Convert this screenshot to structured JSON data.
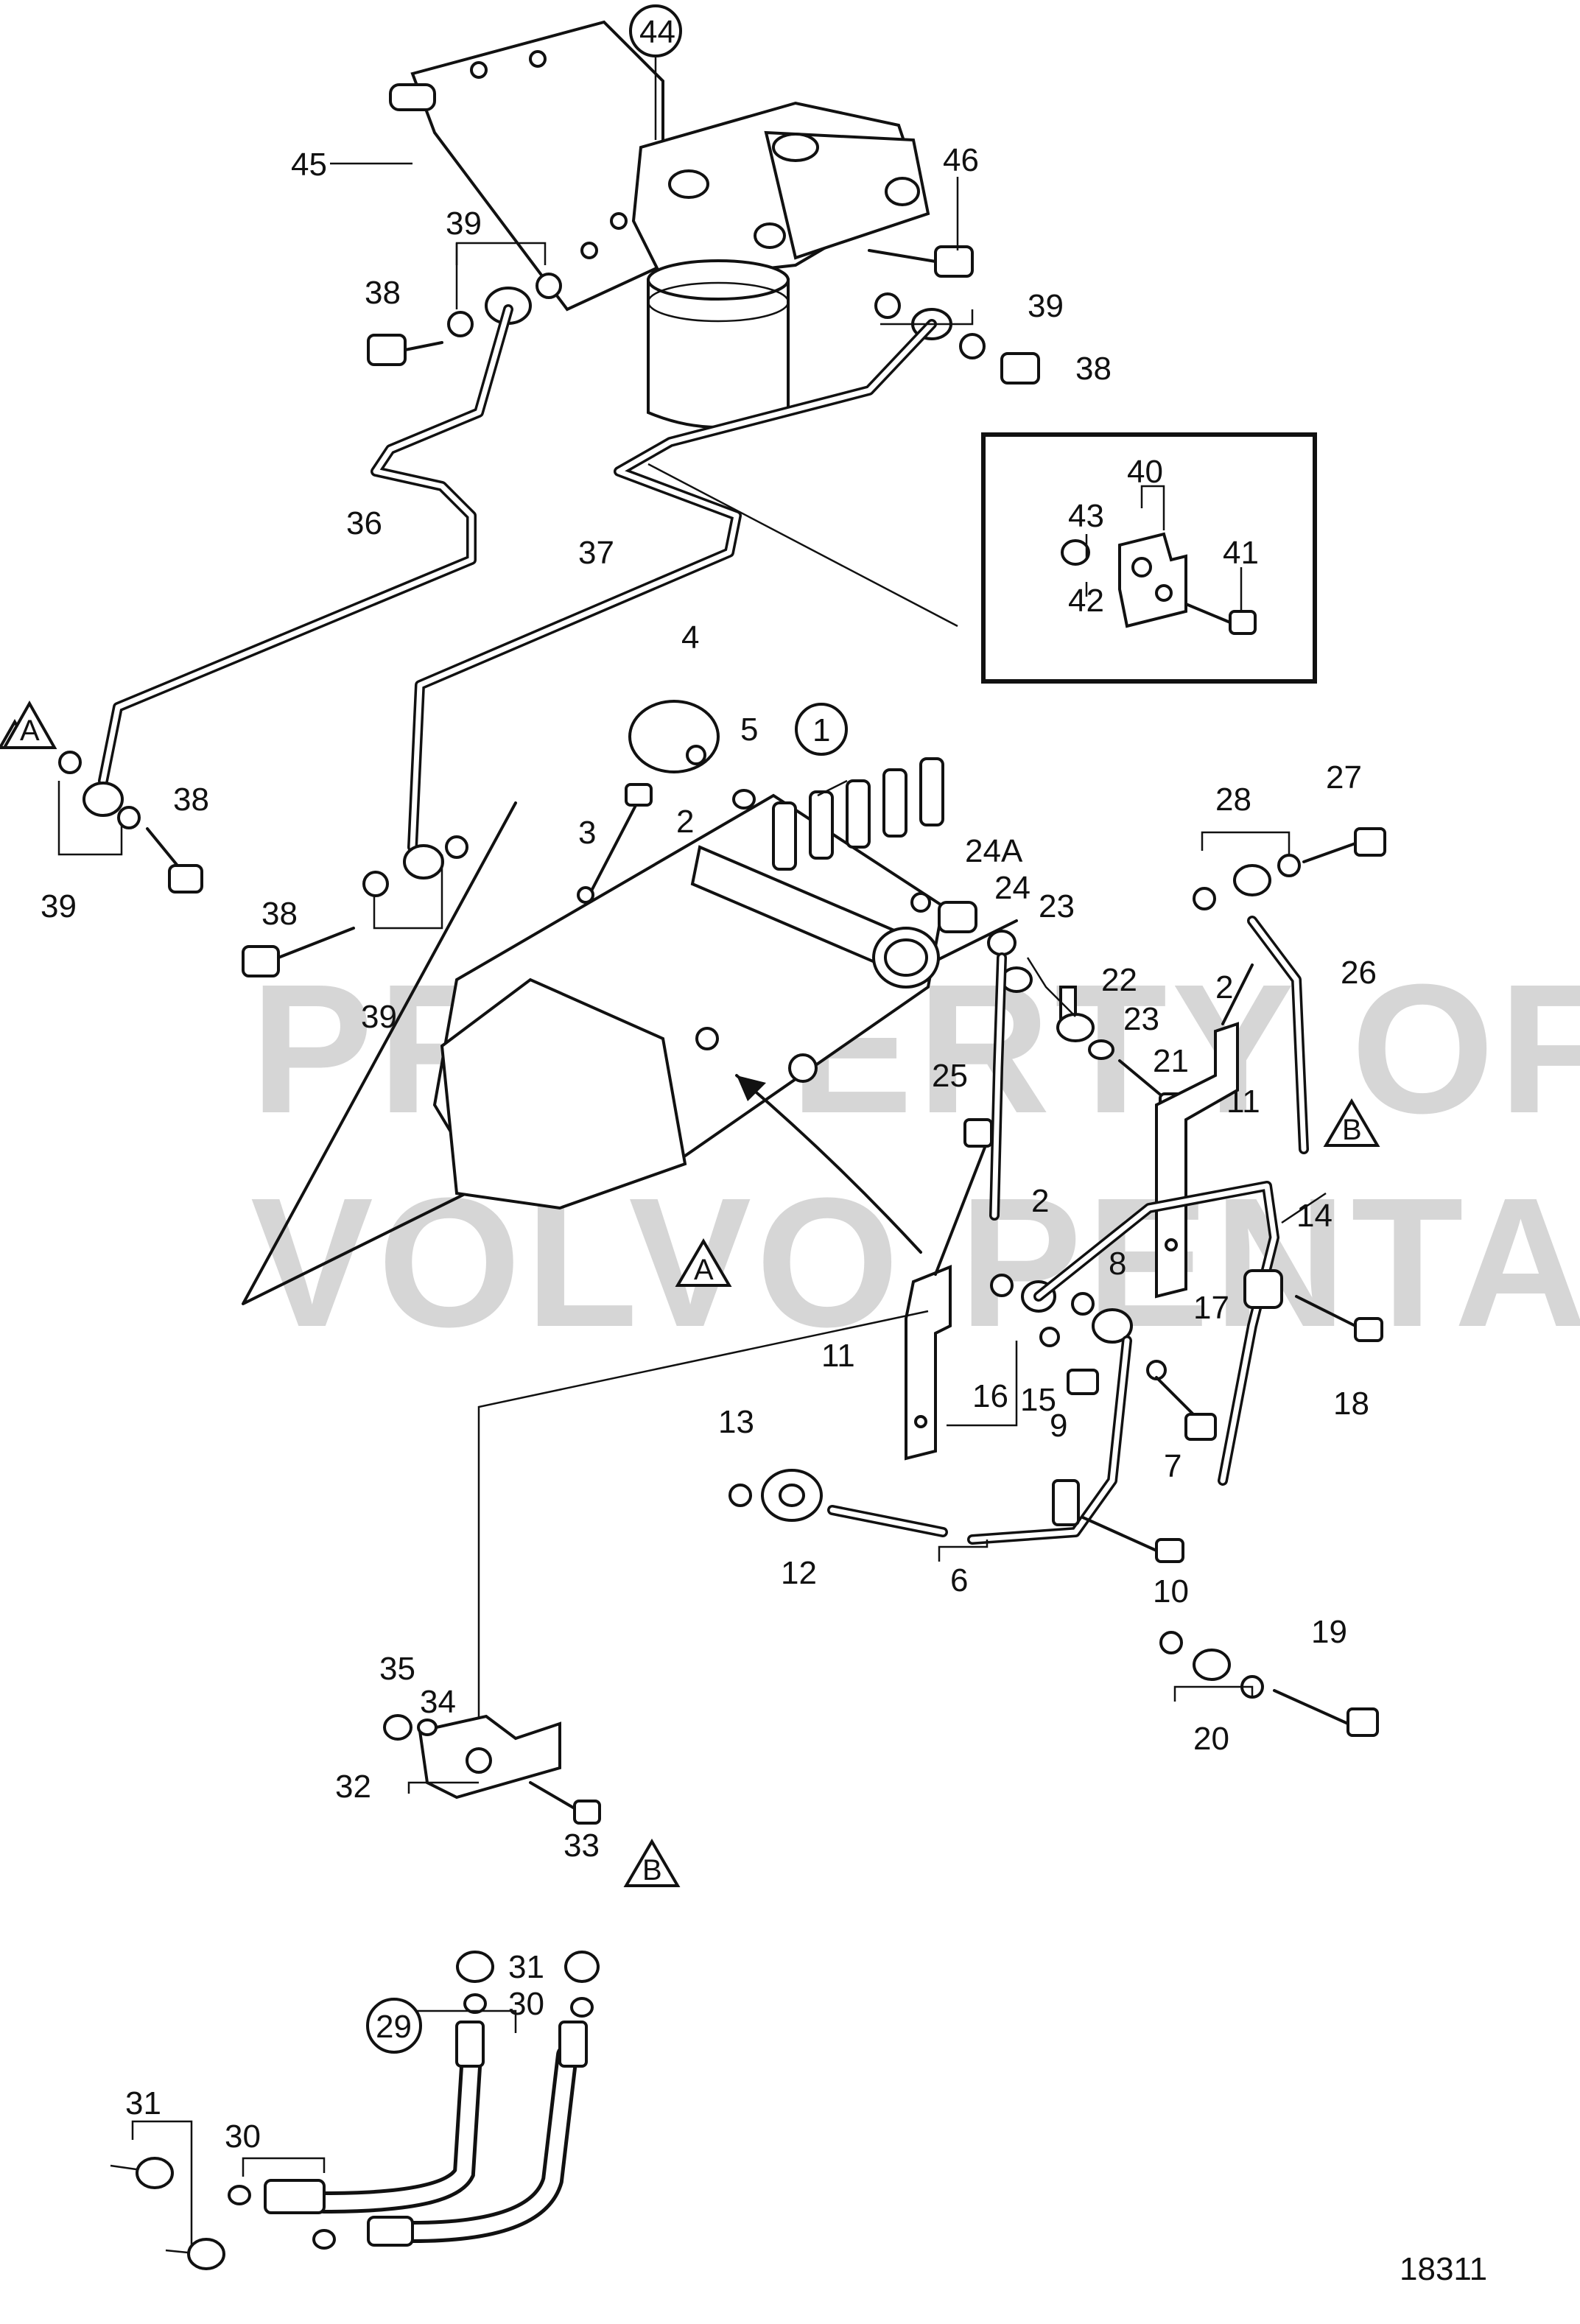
{
  "diagram": {
    "figure_number": "18311",
    "watermark": [
      "PROPERTY OF",
      "VOLVO PENTA"
    ],
    "reference_markers": [
      "A",
      "A",
      "B",
      "B"
    ],
    "callouts": {
      "c1": "1",
      "c2a": "2",
      "c2b": "2",
      "c2c": "2",
      "c3": "3",
      "c4": "4",
      "c5": "5",
      "c6": "6",
      "c7": "7",
      "c8": "8",
      "c9": "9",
      "c10": "10",
      "c11a": "11",
      "c11b": "11",
      "c12": "12",
      "c13": "13",
      "c14": "14",
      "c15": "15",
      "c16": "16",
      "c17": "17",
      "c18": "18",
      "c19": "19",
      "c20": "20",
      "c21": "21",
      "c22": "22",
      "c23a": "23",
      "c23b": "23",
      "c24": "24",
      "c24a": "24A",
      "c25": "25",
      "c26": "26",
      "c27": "27",
      "c28": "28",
      "c29": "29",
      "c30a": "30",
      "c30b": "30",
      "c31a": "31",
      "c31b": "31",
      "c32": "32",
      "c33": "33",
      "c34": "34",
      "c35": "35",
      "c36": "36",
      "c37": "37",
      "c38a": "38",
      "c38b": "38",
      "c38c": "38",
      "c38d": "38",
      "c39a": "39",
      "c39b": "39",
      "c39c": "39",
      "c39d": "39",
      "c40": "40",
      "c41": "41",
      "c42": "42",
      "c43": "43",
      "c44": "44",
      "c45": "45",
      "c46": "46"
    }
  }
}
